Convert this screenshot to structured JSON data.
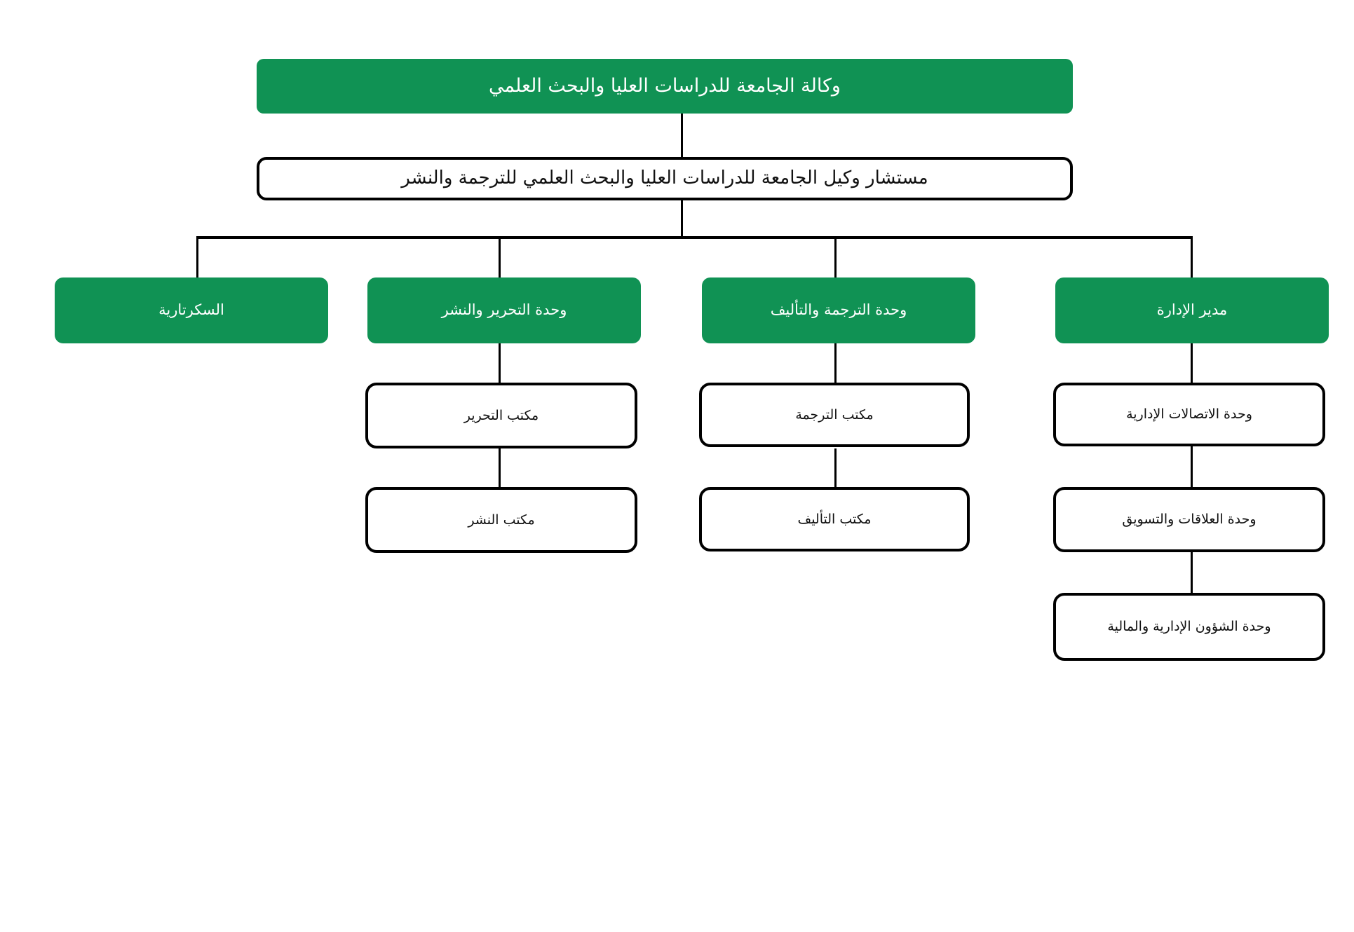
{
  "chart_data": {
    "type": "diagram",
    "diagram_kind": "organizational-chart",
    "title": "وكالة الجامعة للدراسات العليا والبحث العلمي",
    "direction": "rtl",
    "colors": {
      "green": "#109254",
      "green_text": "#ffffff",
      "white": "#ffffff",
      "outline": "#000000",
      "background": "#ffffff"
    },
    "levels": [
      {
        "level": 1,
        "style": "green",
        "node_ids": [
          "root"
        ]
      },
      {
        "level": 2,
        "style": "white",
        "node_ids": [
          "advisor"
        ]
      },
      {
        "level": 3,
        "style": "green",
        "node_ids": [
          "secretariat",
          "editing-publishing-unit",
          "translation-authoring-unit",
          "administration-director"
        ]
      },
      {
        "level": 4,
        "style": "white",
        "node_ids": [
          "editing-office",
          "translation-office",
          "admin-communications-unit"
        ]
      },
      {
        "level": 5,
        "style": "white",
        "node_ids": [
          "publishing-office",
          "authoring-office",
          "relations-marketing-unit"
        ]
      },
      {
        "level": 6,
        "style": "white",
        "node_ids": [
          "admin-financial-affairs-unit"
        ]
      }
    ],
    "edges": [
      {
        "from": "root",
        "to": "advisor"
      },
      {
        "from": "advisor",
        "to": "secretariat"
      },
      {
        "from": "advisor",
        "to": "editing-publishing-unit"
      },
      {
        "from": "advisor",
        "to": "translation-authoring-unit"
      },
      {
        "from": "advisor",
        "to": "administration-director"
      },
      {
        "from": "editing-publishing-unit",
        "to": "editing-office"
      },
      {
        "from": "editing-office",
        "to": "publishing-office"
      },
      {
        "from": "translation-authoring-unit",
        "to": "translation-office"
      },
      {
        "from": "translation-office",
        "to": "authoring-office"
      },
      {
        "from": "administration-director",
        "to": "admin-communications-unit"
      },
      {
        "from": "admin-communications-unit",
        "to": "relations-marketing-unit"
      },
      {
        "from": "relations-marketing-unit",
        "to": "admin-financial-affairs-unit"
      }
    ]
  },
  "nodes": {
    "root": {
      "label": "وكالة الجامعة للدراسات العليا والبحث العلمي"
    },
    "advisor": {
      "label": "مستشار وكيل الجامعة للدراسات العليا والبحث العلمي للترجمة والنشر"
    },
    "secretariat": {
      "label": "السكرتارية"
    },
    "editing_publishing_unit": {
      "label": "وحدة التحرير والنشر"
    },
    "translation_authoring_unit": {
      "label": "وحدة الترجمة والتأليف"
    },
    "administration_director": {
      "label": "مدير الإدارة"
    },
    "editing_office": {
      "label": "مكتب التحرير"
    },
    "publishing_office": {
      "label": "مكتب النشر"
    },
    "translation_office": {
      "label": "مكتب الترجمة"
    },
    "authoring_office": {
      "label": "مكتب التأليف"
    },
    "admin_communications_unit": {
      "label": "وحدة الاتصالات الإدارية"
    },
    "relations_marketing_unit": {
      "label": "وحدة العلاقات والتسويق"
    },
    "admin_financial_affairs_unit": {
      "label": "وحدة الشؤون الإدارية والمالية"
    }
  }
}
